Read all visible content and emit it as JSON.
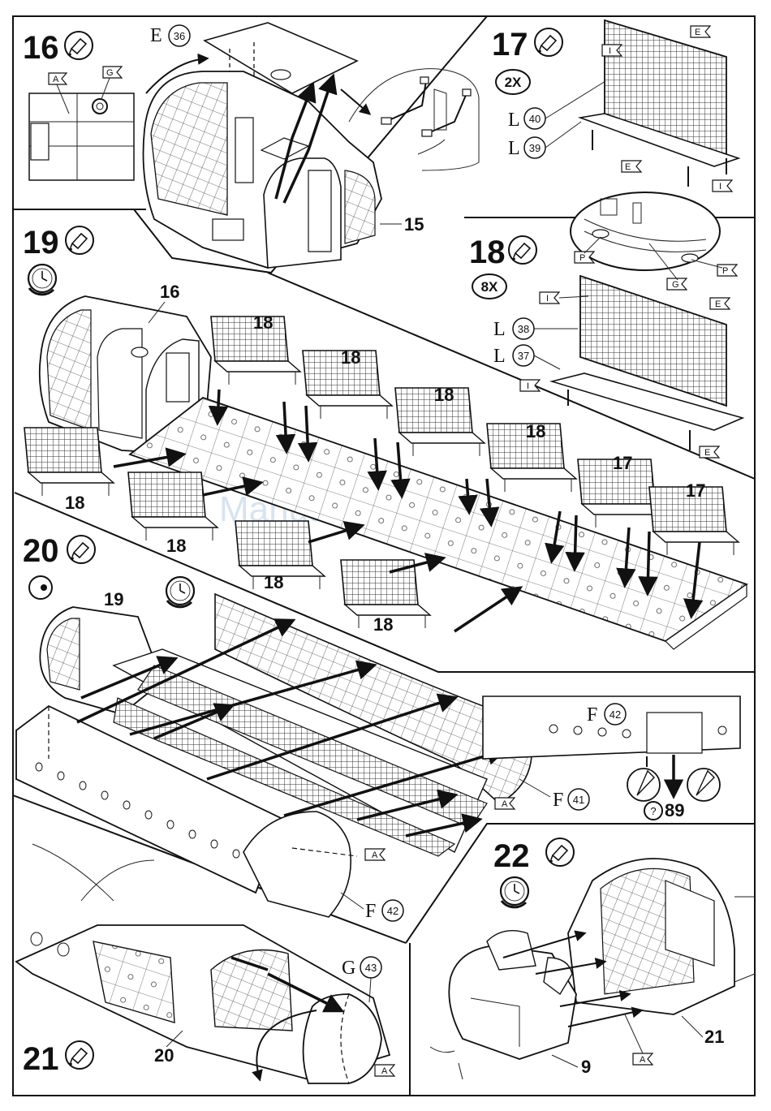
{
  "page": {
    "watermark": "ManualsLib.com"
  },
  "steps": [
    {
      "number": "16",
      "parts": [
        {
          "letter": "E",
          "num": "36"
        }
      ],
      "flags": [
        "A",
        "G"
      ],
      "callouts": [
        "15"
      ]
    },
    {
      "number": "17",
      "multiplier": "2X",
      "parts": [
        {
          "letter": "L",
          "num": "40"
        },
        {
          "letter": "L",
          "num": "39"
        }
      ],
      "flags": [
        "I",
        "E",
        "E",
        "I"
      ]
    },
    {
      "number": "18",
      "multiplier": "8X",
      "parts": [
        {
          "letter": "L",
          "num": "38"
        },
        {
          "letter": "L",
          "num": "37"
        }
      ],
      "flags": [
        "P",
        "P",
        "G",
        "I",
        "E",
        "I",
        "E"
      ]
    },
    {
      "number": "19",
      "callouts": [
        "16",
        "18",
        "18",
        "18",
        "18",
        "17",
        "17",
        "18",
        "18",
        "18",
        "18"
      ]
    },
    {
      "number": "20",
      "parts": [
        {
          "letter": "F",
          "num": "42"
        },
        {
          "letter": "F",
          "num": "41"
        },
        {
          "letter": "F",
          "num": "42"
        }
      ],
      "flags": [
        "A",
        "A"
      ],
      "callouts": [
        "19"
      ],
      "ref": "89"
    },
    {
      "number": "21",
      "parts": [
        {
          "letter": "G",
          "num": "43"
        }
      ],
      "flags": [
        "A"
      ],
      "callouts": [
        "20"
      ]
    },
    {
      "number": "22",
      "flags": [
        "A"
      ],
      "callouts": [
        "9",
        "21"
      ]
    }
  ]
}
